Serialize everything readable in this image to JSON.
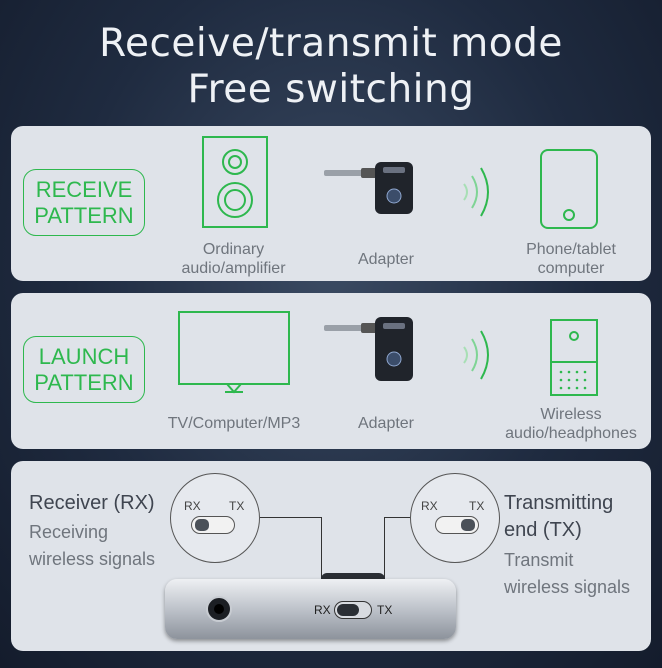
{
  "title": {
    "line1": "Receive/transmit mode",
    "line2": "Free switching"
  },
  "receive": {
    "pattern": "RECEIVE PATTERN",
    "source_label": "Ordinary audio/amplifier",
    "adapter_label": "Adapter",
    "target_label": "Phone/tablet computer"
  },
  "launch": {
    "pattern": "LAUNCH PATTERN",
    "source_label": "TV/Computer/MP3",
    "adapter_label": "Adapter",
    "target_label": "Wireless audio/headphones"
  },
  "switch": {
    "rx_title": "Receiver (RX)",
    "rx_desc_1": "Receiving",
    "rx_desc_2": "wireless signals",
    "tx_title_1": "Transmitting",
    "tx_title_2": "end (TX)",
    "tx_desc_1": "Transmit",
    "tx_desc_2": "wireless signals",
    "rx": "RX",
    "tx": "TX"
  },
  "colors": {
    "accent": "#2eb84e",
    "panel": "#dfe3e9",
    "background": "#1f2b40"
  },
  "icons": [
    "speaker-icon",
    "adapter-icon",
    "wireless-signal-icon",
    "phone-icon",
    "monitor-icon",
    "headphones-icon",
    "audio-jack-icon"
  ]
}
